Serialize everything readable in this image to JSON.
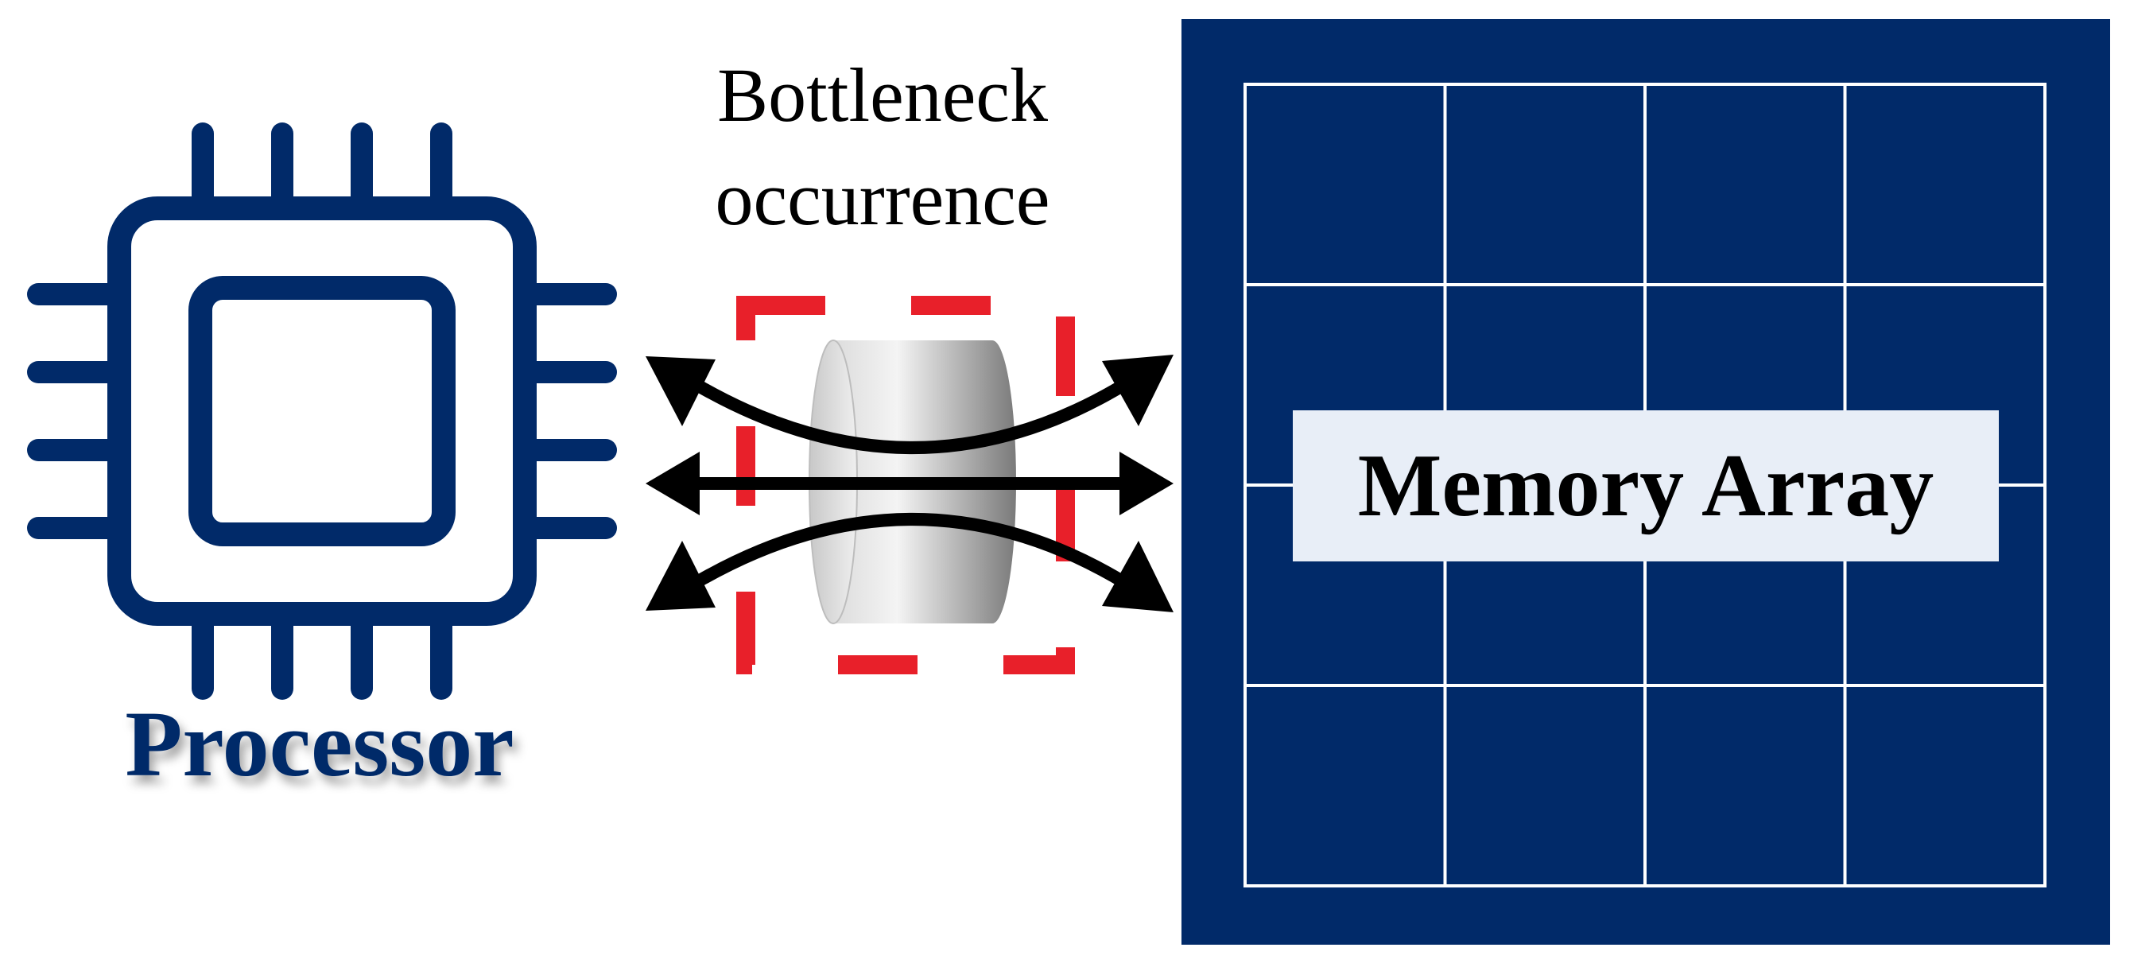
{
  "processor": {
    "label": "Processor",
    "icon": "cpu-chip-icon"
  },
  "bottleneck": {
    "label_line1": "Bottleneck",
    "label_line2": "occurrence",
    "icon": "bus-cylinder-icon"
  },
  "memory": {
    "label": "Memory Array",
    "grid_rows": 4,
    "grid_cols": 4
  },
  "colors": {
    "navy": "#012a69",
    "highlight_red": "#e8202a",
    "arrow_black": "#000000",
    "label_box": "#e8eef7",
    "grid_line": "#ffffff"
  }
}
